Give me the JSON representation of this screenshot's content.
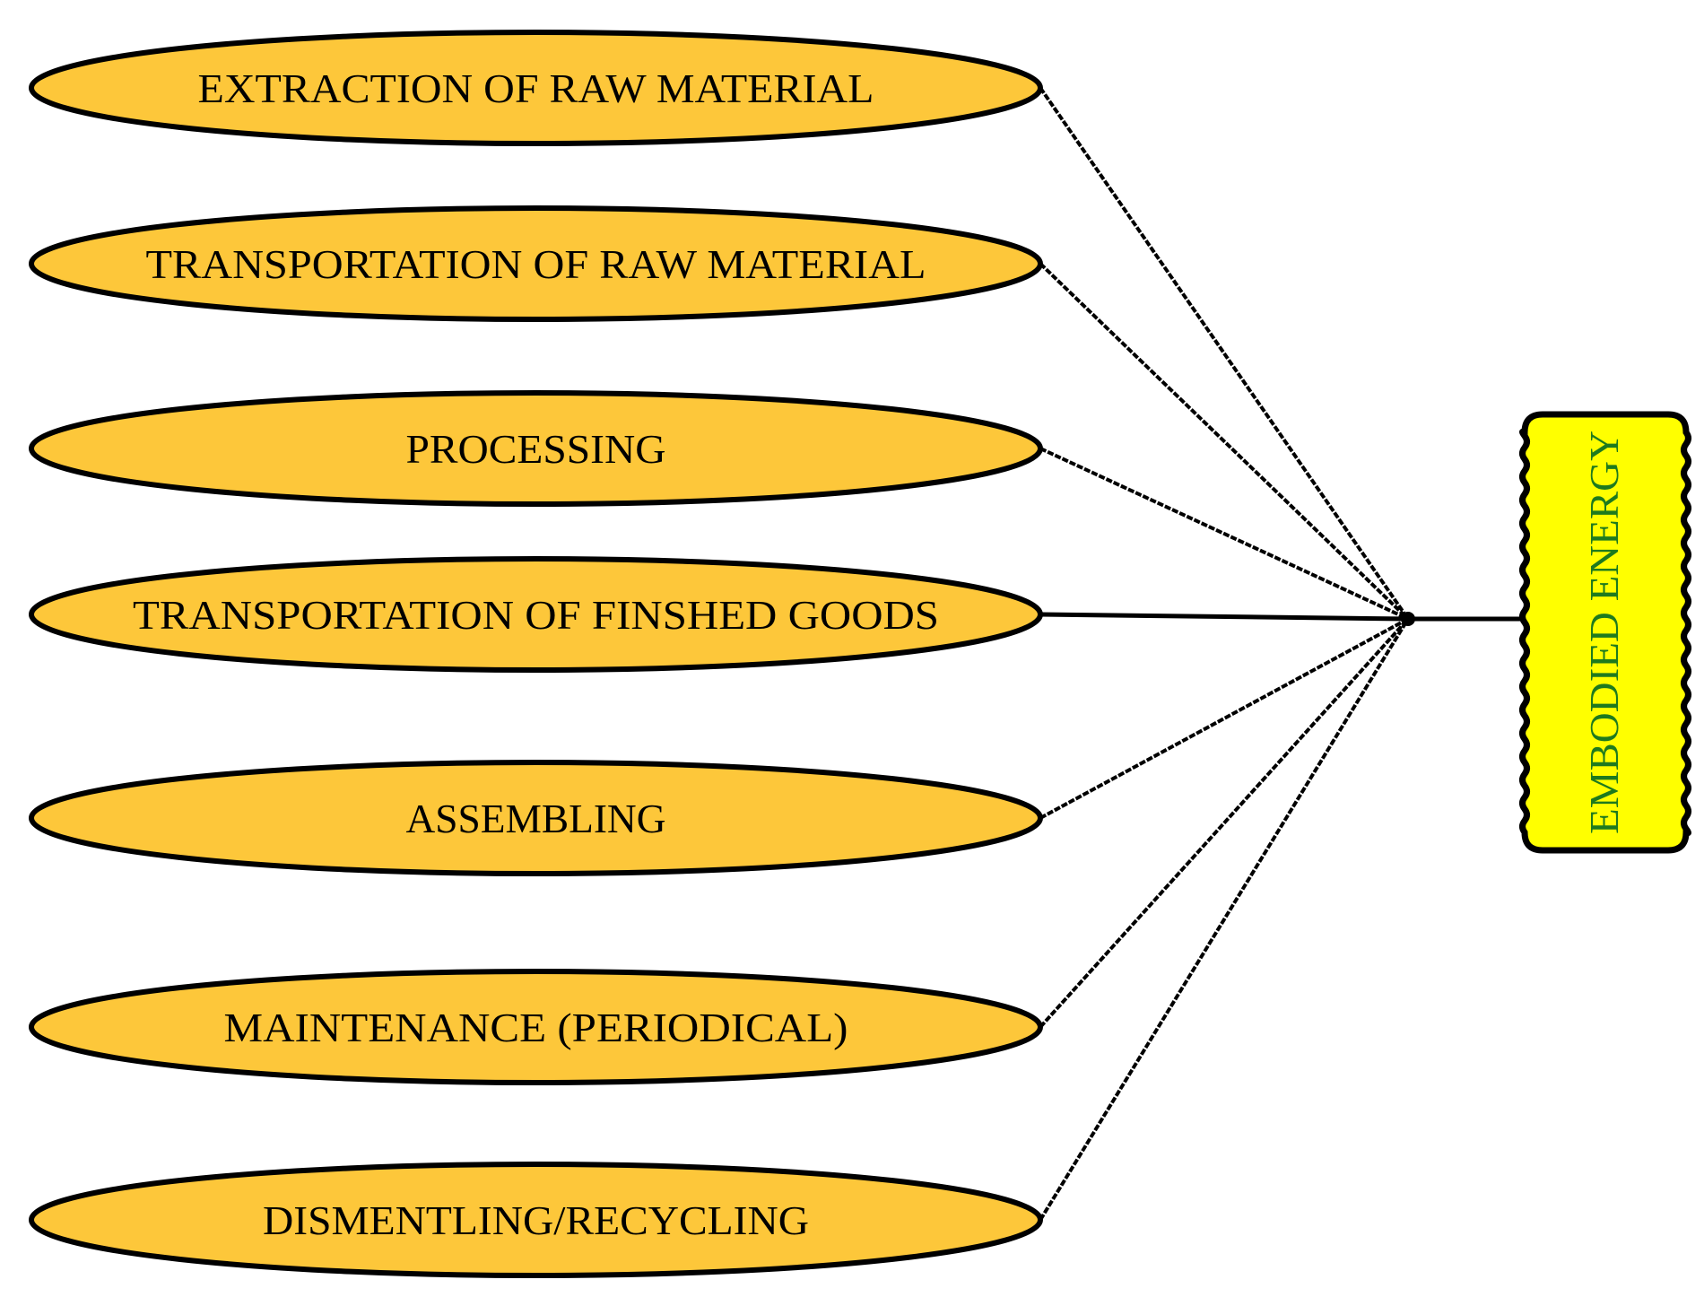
{
  "diagram": {
    "stages": [
      {
        "label": "EXTRACTION OF RAW MATERIAL"
      },
      {
        "label": "TRANSPORTATION OF RAW MATERIAL"
      },
      {
        "label": "PROCESSING"
      },
      {
        "label": "TRANSPORTATION OF FINSHED GOODS"
      },
      {
        "label": "ASSEMBLING"
      },
      {
        "label": "MAINTENANCE (PERIODICAL)"
      },
      {
        "label": "DISMENTLING/RECYCLING"
      }
    ],
    "target": {
      "label": "EMBODIED ENERGY"
    },
    "colors": {
      "stage_fill": "#FDC73A",
      "stage_border": "#000000",
      "target_fill": "#FFFF00",
      "target_text": "#1E7A1E",
      "connector": "#000000"
    }
  }
}
